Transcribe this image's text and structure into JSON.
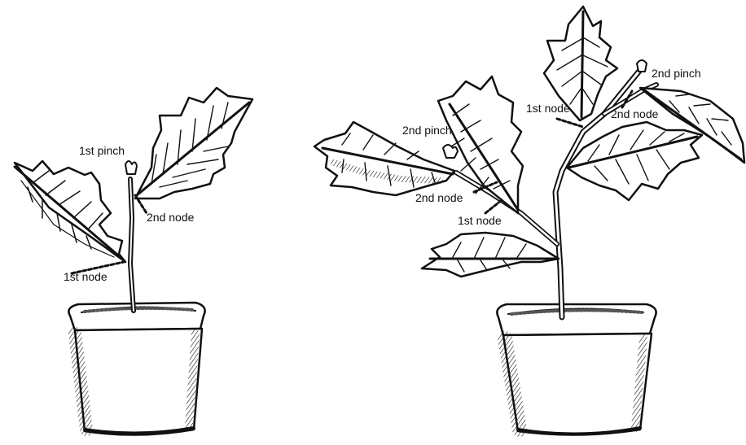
{
  "figure": {
    "left_plant": {
      "labels": {
        "first_pinch": "1st pinch",
        "second_node": "2nd node",
        "first_node": "1st node"
      }
    },
    "right_plant": {
      "labels": {
        "second_pinch_top": "2nd pinch",
        "first_node_upper": "1st node",
        "second_node_upper": "2nd node",
        "second_pinch_side": "2nd pinch",
        "second_node_side": "2nd node",
        "first_node_side": "1st node"
      }
    }
  },
  "colors": {
    "ink": "#111111",
    "background": "#ffffff"
  }
}
